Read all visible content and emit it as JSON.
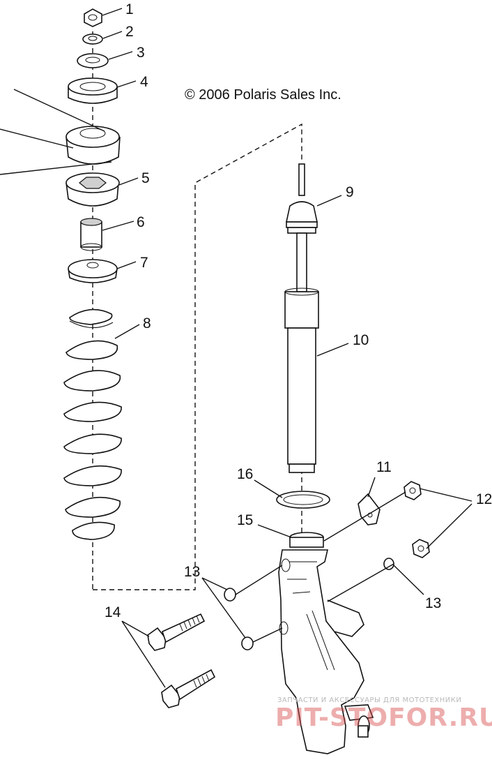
{
  "copyright": "© 2006 Polaris Sales Inc.",
  "callouts": [
    {
      "id": "1",
      "label": "1"
    },
    {
      "id": "2",
      "label": "2"
    },
    {
      "id": "3",
      "label": "3"
    },
    {
      "id": "4",
      "label": "4"
    },
    {
      "id": "5",
      "label": "5"
    },
    {
      "id": "6",
      "label": "6"
    },
    {
      "id": "7",
      "label": "7"
    },
    {
      "id": "8",
      "label": "8"
    },
    {
      "id": "9",
      "label": "9"
    },
    {
      "id": "10",
      "label": "10"
    },
    {
      "id": "11",
      "label": "11"
    },
    {
      "id": "12",
      "label": "12"
    },
    {
      "id": "13a",
      "label": "13"
    },
    {
      "id": "13b",
      "label": "13"
    },
    {
      "id": "14",
      "label": "14"
    },
    {
      "id": "15",
      "label": "15"
    },
    {
      "id": "16",
      "label": "16"
    }
  ],
  "watermark": {
    "tagline": "ЗАПЧАСТИ И АКСЕССУАРЫ ДЛЯ МОТОТЕХНИКИ",
    "site": "PIT-STOFOR.RU"
  }
}
